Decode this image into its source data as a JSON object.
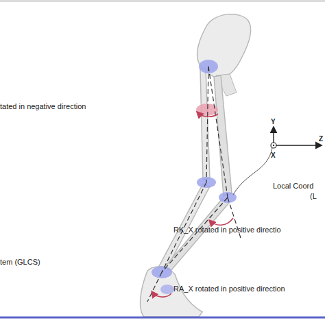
{
  "diagram": {
    "labels": [
      "tated in negative direction",
      "Y",
      "Z",
      "X",
      "Local Coord",
      "(L",
      "RK_X rotated in positive directio",
      "tem (GLCS)",
      "RA_X rotated in positive direction"
    ]
  }
}
